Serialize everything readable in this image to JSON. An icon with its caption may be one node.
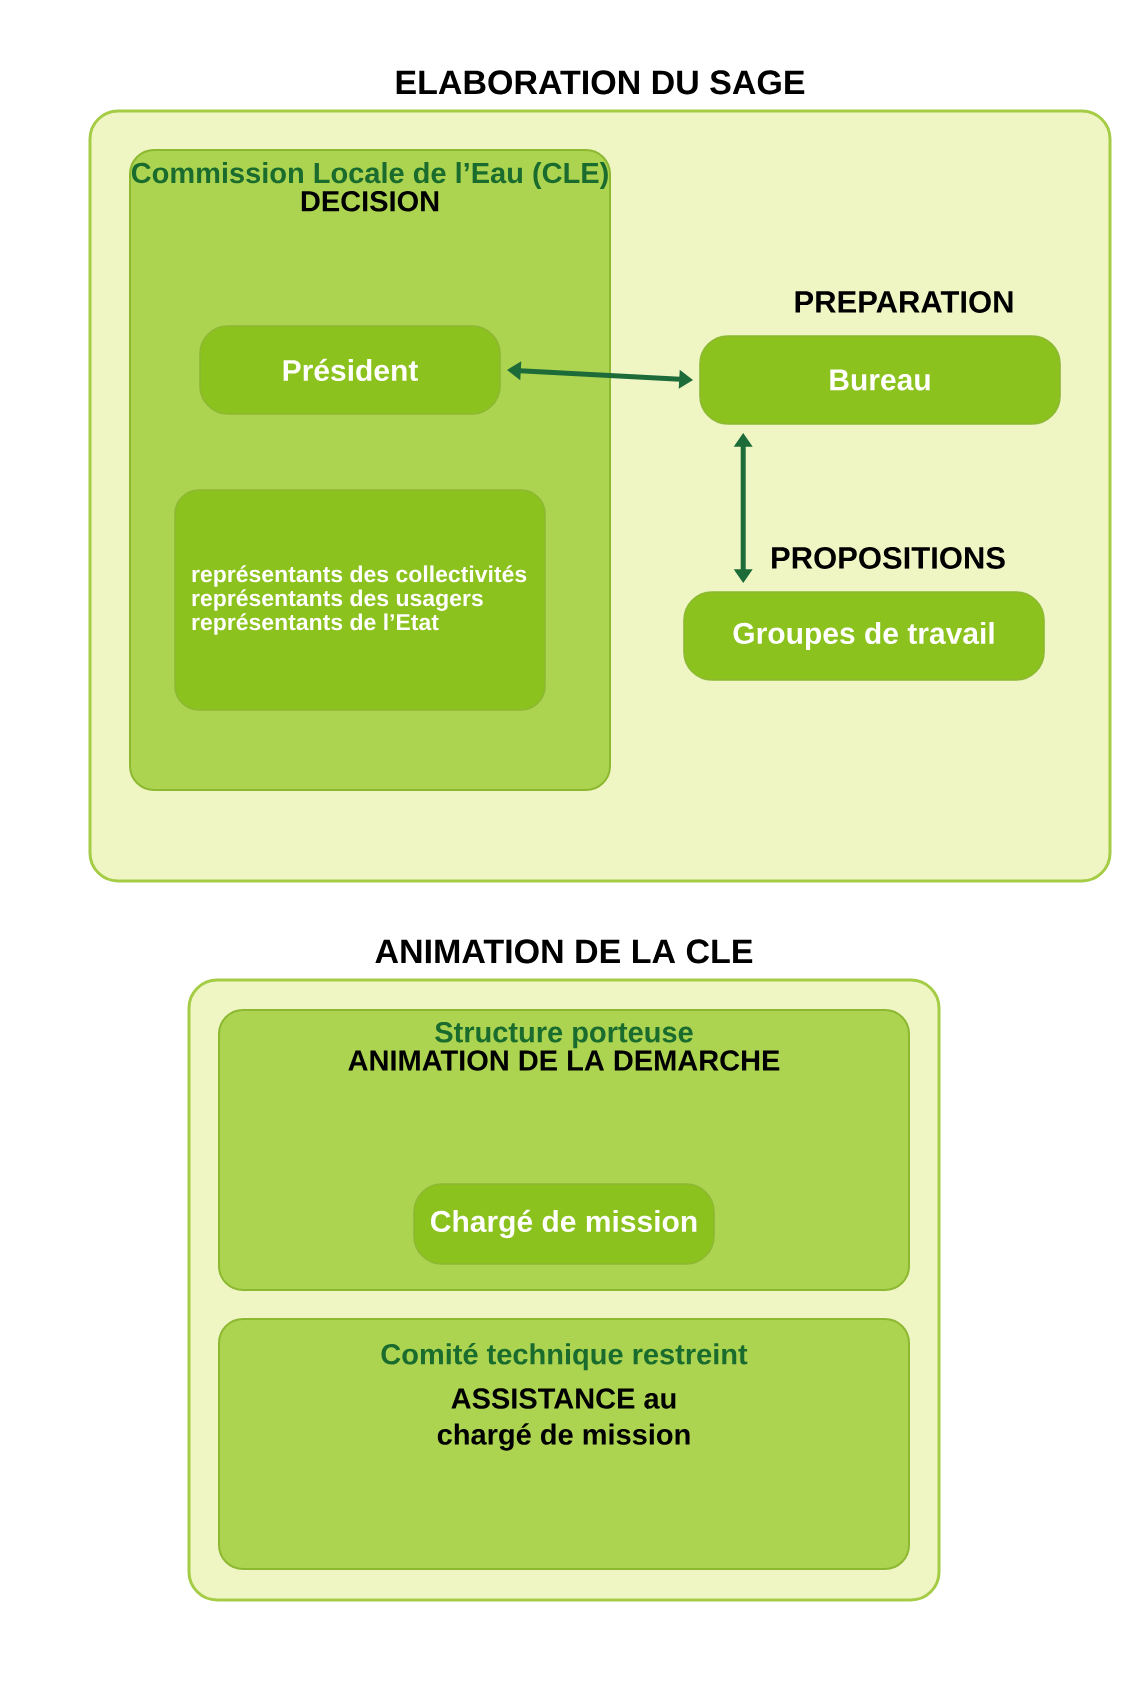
{
  "diagram": {
    "nodes": [
      {
        "text": [
          "ELABORATION DU SAGE"
        ]
      },
      {
        "text": [
          "Commission Locale de l’Eau (CLE)",
          "DECISION"
        ],
        "in": 0
      },
      {
        "text": [
          "Président"
        ],
        "in": 1
      },
      {
        "text": [
          "représentants des collectivités",
          "représentants des usagers",
          "représentants de l’Etat"
        ],
        "in": 1
      },
      {
        "text": [
          "Bureau"
        ],
        "beside": [
          "PREPARATION"
        ],
        "in": 0
      },
      {
        "text": [
          "Groupes de travail"
        ],
        "beside": [
          "PROPOSITIONS"
        ],
        "in": 0
      },
      {
        "text": [
          "ANIMATION DE LA CLE"
        ]
      },
      {
        "text": [
          "Structure porteuse",
          "ANIMATION DE LA DEMARCHE"
        ],
        "in": 6
      },
      {
        "text": [
          "Chargé de mission"
        ],
        "in": 7
      },
      {
        "text": [
          "Comité technique restreint",
          "ASSISTANCE au chargé de mission"
        ],
        "in": 6
      }
    ],
    "edges": [
      {
        "from": 2,
        "to": 4,
        "arrow": "both",
        "color": "#1e6b3a"
      },
      {
        "from": 4,
        "to": 5,
        "arrow": "both",
        "color": "#1e6b3a"
      }
    ]
  }
}
